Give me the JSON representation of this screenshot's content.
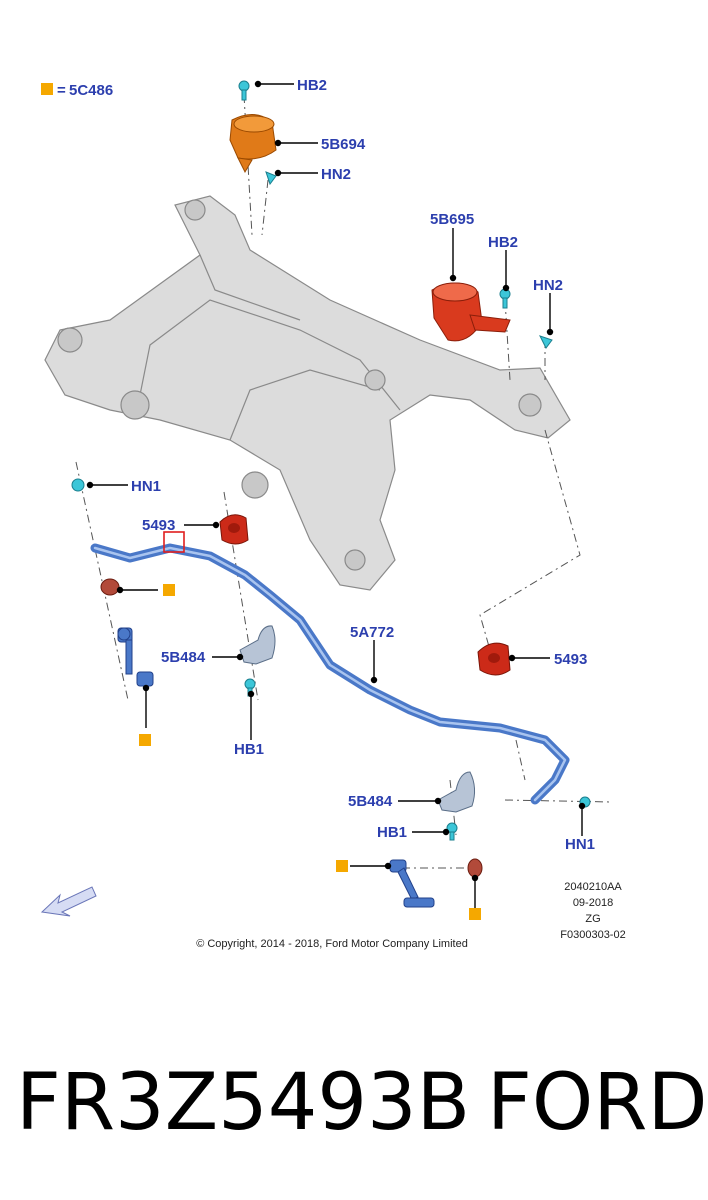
{
  "diagram": {
    "legend_code": "5C486",
    "legend_equals": "=",
    "legend_color": "#f5a800",
    "label_color": "#2c3fae",
    "parts": {
      "hb2_top": "HB2",
      "p5b694": "5B694",
      "hn2_top": "HN2",
      "p5b695": "5B695",
      "hb2_right": "HB2",
      "hn2_right": "HN2",
      "hn1_left": "HN1",
      "p5493_left": "5493",
      "p5a772": "5A772",
      "p5b484_left": "5B484",
      "p5493_right": "5493",
      "hb1_left": "HB1",
      "p5b484_right": "5B484",
      "hb1_right": "HB1",
      "hn1_right": "HN1"
    },
    "info_block": {
      "line1": "2040210AA",
      "line2": "09-2018",
      "line3": "ZG",
      "line4": "F0300303-02"
    },
    "copyright": "© Copyright, 2014 - 2018, Ford Motor Company Limited",
    "colors": {
      "stabilizer": "#4a78c8",
      "mount_orange": "#e07a18",
      "mount_red": "#d93a1e",
      "bushing_red": "#cc2a18",
      "clip_cyan": "#3cc6d8",
      "subframe": "#d9d9d9"
    }
  },
  "footer": {
    "part_number": "FR3Z5493B",
    "brand": "FORD"
  }
}
